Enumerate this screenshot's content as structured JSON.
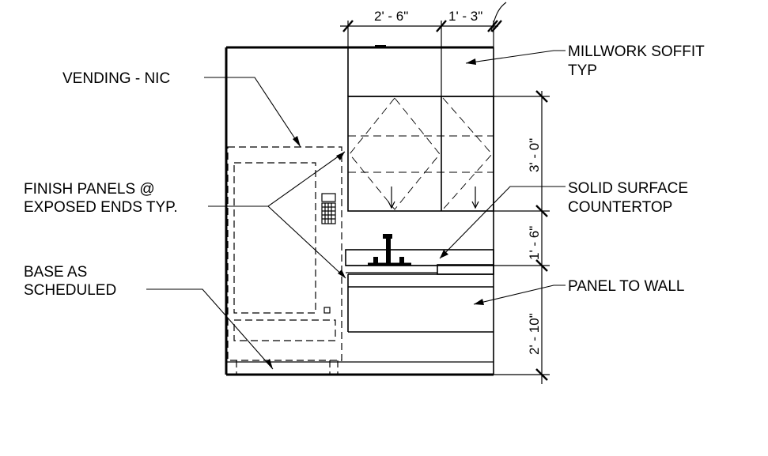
{
  "dimensions": {
    "top_left": "2' - 6\"",
    "top_right": "1' - 3\"",
    "right_upper": "3' - 0\"",
    "right_middle": "1' - 6\"",
    "right_lower": "2' - 10\""
  },
  "labels": {
    "millwork_soffit_line1": "MILLWORK SOFFIT",
    "millwork_soffit_line2": "TYP",
    "vending": "VENDING - NIC",
    "finish_panels_line1": "FINISH PANELS @",
    "finish_panels_line2": "EXPOSED ENDS TYP.",
    "solid_surface_line1": "SOLID SURFACE",
    "solid_surface_line2": "COUNTERTOP",
    "base_line1": "BASE AS",
    "base_line2": "SCHEDULED",
    "panel_to_wall": "PANEL TO WALL"
  }
}
